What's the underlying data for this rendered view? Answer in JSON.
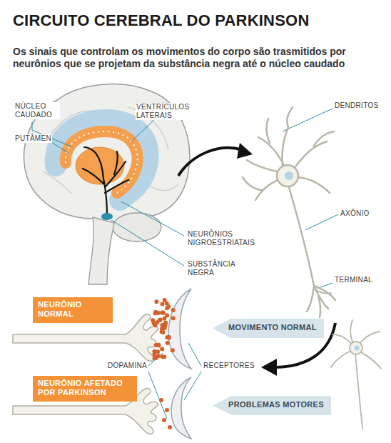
{
  "diagram": {
    "title": "CIRCUITO CEREBRAL DO PARKINSON",
    "caption": "Os sinais que controlam os movimentos do corpo são trasmitidos por neurônios que se projetam da substância negra até o núcleo caudado",
    "nodes": [
      {
        "text": [
          "NEURÔNIO NORMAL"
        ]
      },
      {
        "text": [
          "MOVIMENTO NORMAL"
        ]
      },
      {
        "text": [
          "NEURÔNIO AFETADO POR PARKINSON"
        ]
      },
      {
        "text": [
          "PROBLEMAS MOTORES"
        ]
      }
    ],
    "labels": [
      "NÚCLEO CAUDADO",
      "VENTRÍCULOS LATERAIS",
      "PUTÂMEN",
      "NEURÔNIOS NIGROESTRIATAIS",
      "SUBSTÂNCIA NEGRA",
      "DENDRITOS",
      "AXÔNIO",
      "TERMINAL",
      "DOPAMINA",
      "RECEPTORES"
    ]
  }
}
